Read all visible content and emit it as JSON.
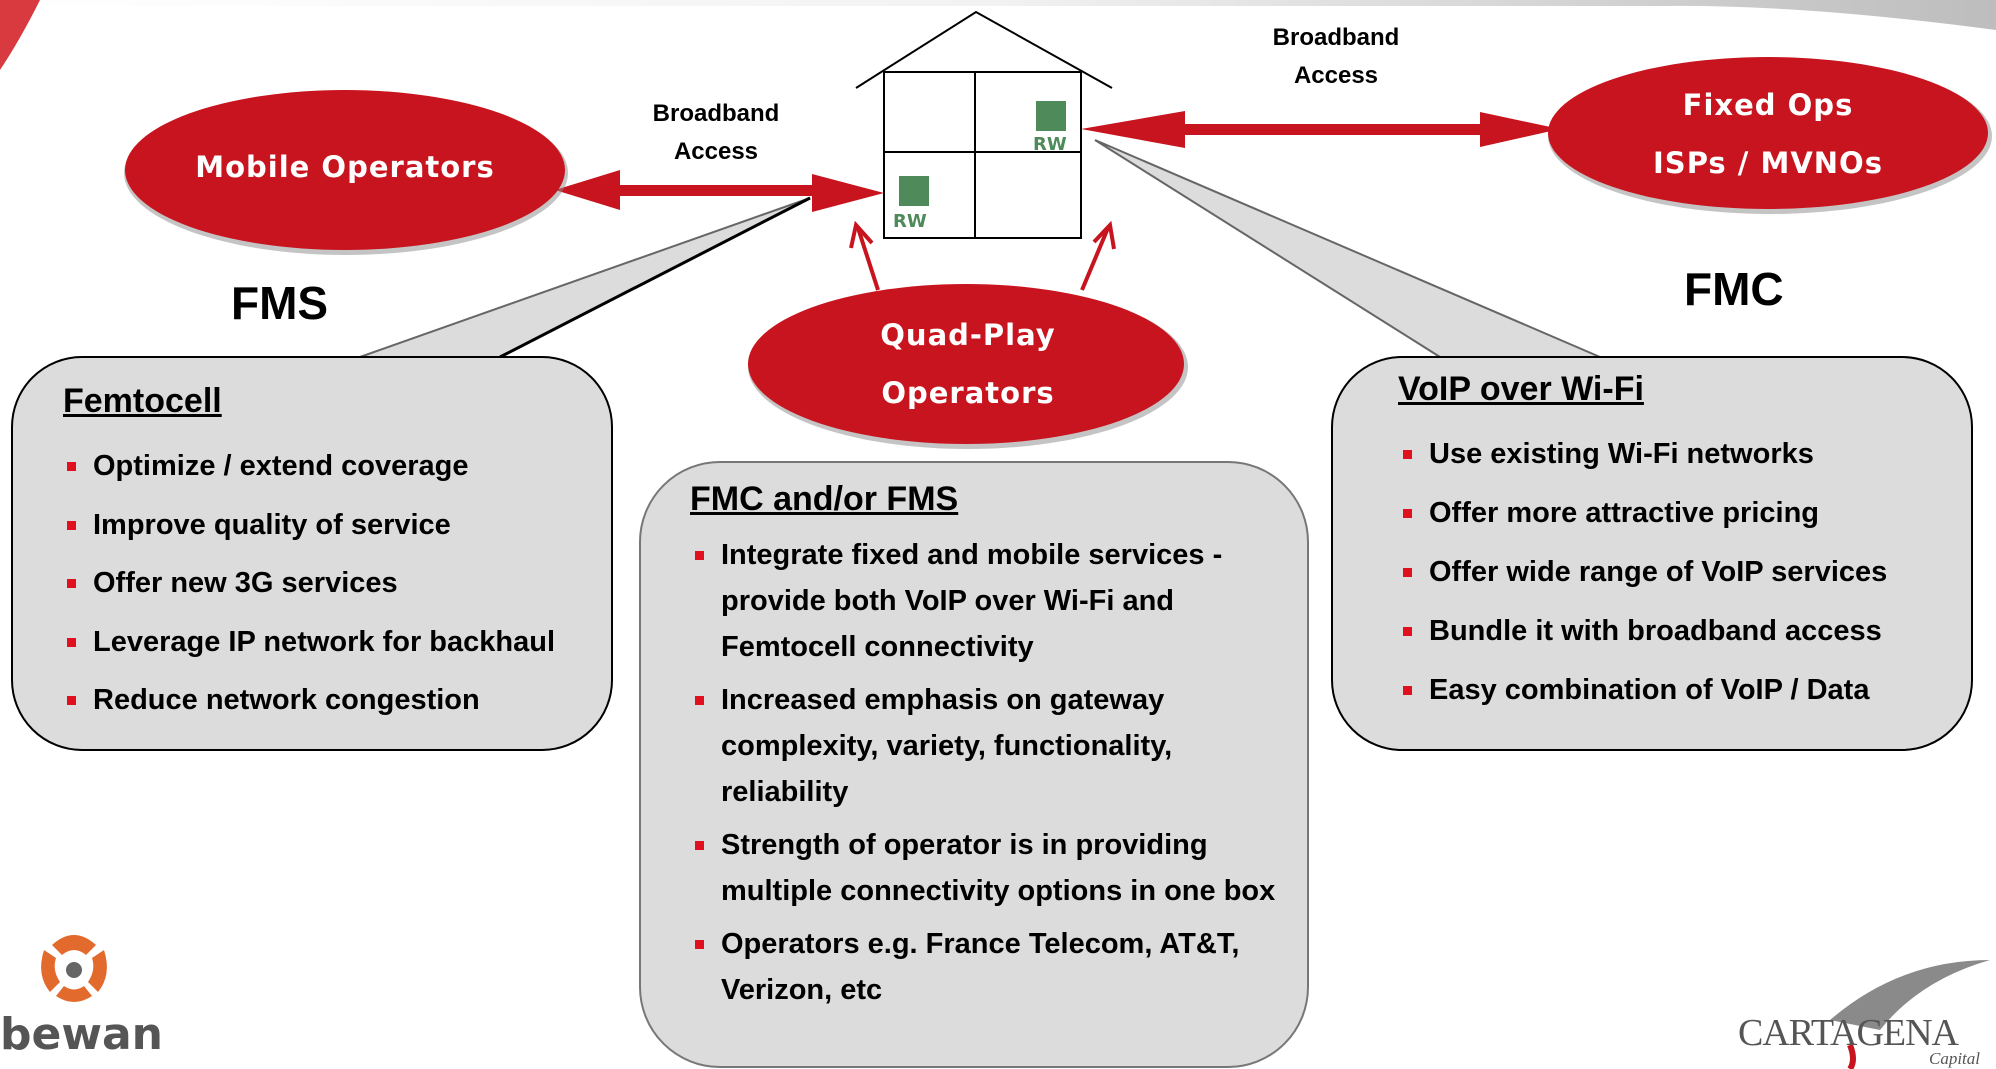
{
  "nodes": {
    "mobile_operators": "Mobile Operators",
    "fixed_ops": [
      "Fixed Ops",
      "ISPs / MVNOs"
    ],
    "quad_play": [
      "Quad-Play",
      "Operators"
    ]
  },
  "arrow_labels": {
    "left": [
      "Broadband",
      "Access"
    ],
    "right": [
      "Broadband",
      "Access"
    ]
  },
  "headings": {
    "fms": "FMS",
    "fmc": "FMC"
  },
  "house": {
    "rw_top": "RW",
    "rw_bottom": "RW"
  },
  "panels": {
    "femtocell": {
      "title": "Femtocell",
      "items": [
        "Optimize / extend coverage",
        "Improve quality of service",
        "Offer new 3G services",
        "Leverage IP network for backhaul",
        "Reduce network congestion"
      ]
    },
    "voip": {
      "title": "VoIP over Wi-Fi",
      "items": [
        "Use existing Wi-Fi networks",
        "Offer more attractive pricing",
        "Offer wide range of VoIP services",
        "Bundle it with broadband access",
        "Easy combination of VoIP / Data"
      ]
    },
    "fmc_fms": {
      "title": "FMC and/or FMS",
      "items": [
        "Integrate fixed and mobile services - provide both VoIP over Wi-Fi and Femtocell connectivity",
        "Increased emphasis on gateway complexity, variety, functionality, reliability",
        "Strength of operator is in providing multiple connectivity options in one box",
        "Operators e.g. France Telecom, AT&T, Verizon, etc"
      ]
    }
  },
  "logos": {
    "bewan": "bewan",
    "cartagena": [
      "CARTAGENA",
      "Capital"
    ]
  },
  "colors": {
    "accent_red": "#c8141e",
    "panel_gray": "#dcdcdc",
    "rw_green": "#4e8a5a"
  }
}
